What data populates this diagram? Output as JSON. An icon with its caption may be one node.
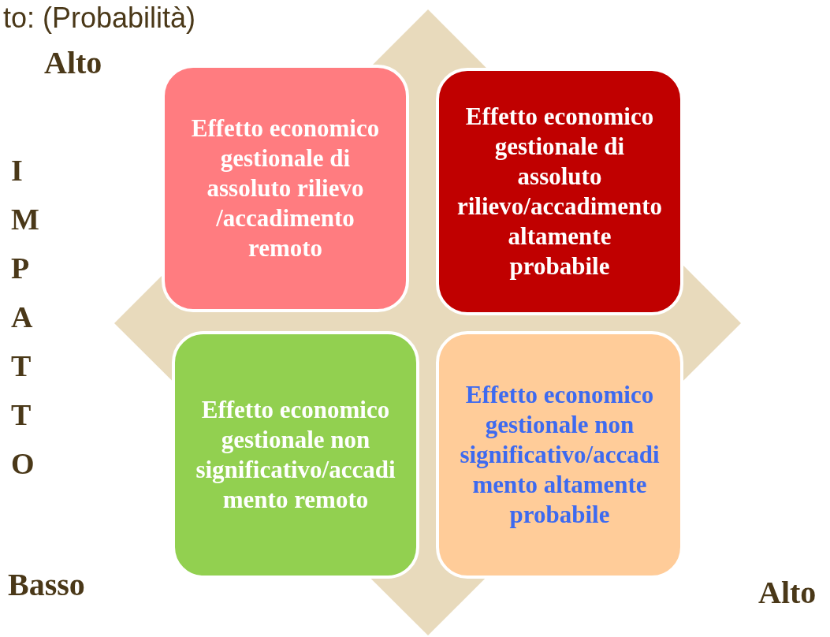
{
  "diagram": {
    "nodes": [
      {
        "text": [
          "Effetto economico gestionale di assoluto rilievo /accadimento remoto"
        ]
      },
      {
        "text": [
          "Effetto economico gestionale di assoluto rilievo/accadimento altamente probabile"
        ]
      },
      {
        "text": [
          "Effetto economico gestionale non significativo/accadimento remoto"
        ]
      },
      {
        "text": [
          "Effetto economico gestionale non significativo/accadimento altamente probabile"
        ]
      }
    ],
    "edges": [],
    "labels": [
      "to: (Probabilità)",
      "Alto",
      "IMPATTO",
      "Basso",
      "Alto"
    ]
  }
}
